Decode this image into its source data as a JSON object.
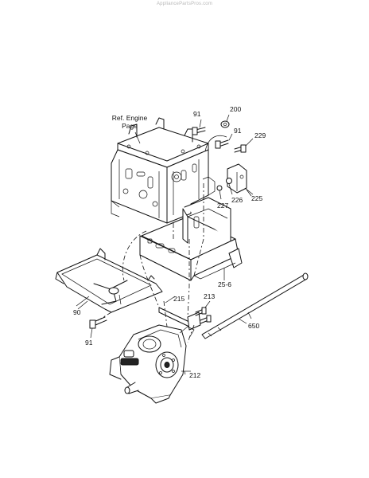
{
  "watermark": "AppliancePartsPros.com",
  "labels": {
    "ref_engine_line1": "Ref. Engine",
    "ref_engine_line2": "Page",
    "p91_top": "91",
    "p200": "200",
    "p91_mid": "91",
    "p229": "229",
    "p226": "226",
    "p225": "225",
    "p227": "227",
    "p25_6": "25-6",
    "p215": "215",
    "p213": "213",
    "p90": "90",
    "p650": "650",
    "p91_bottom": "91",
    "p212": "212"
  }
}
